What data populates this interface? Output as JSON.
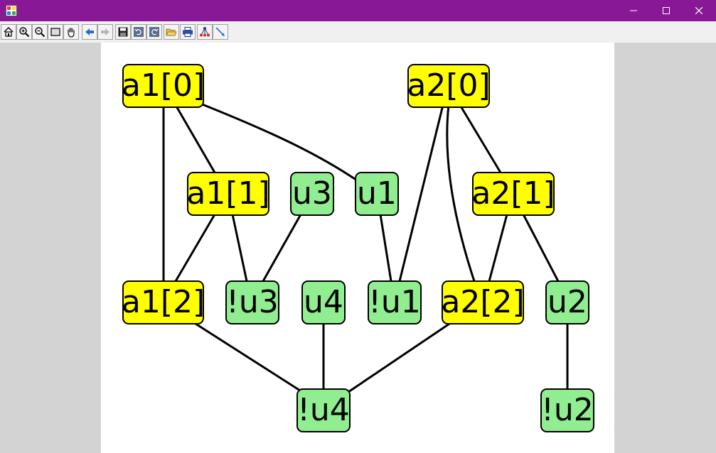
{
  "window": {
    "controls": {
      "minimize_icon": "minimize-icon",
      "maximize_icon": "maximize-icon",
      "close_icon": "close-icon"
    }
  },
  "toolbar": {
    "buttons": [
      {
        "name": "home",
        "icon": "home-icon"
      },
      {
        "name": "zoom-in",
        "icon": "zoom-in-icon"
      },
      {
        "name": "zoom-out",
        "icon": "zoom-out-icon"
      },
      {
        "name": "zoom-window",
        "icon": "rectangle-icon"
      },
      {
        "name": "pan",
        "icon": "hand-icon"
      },
      {
        "name": "back",
        "icon": "arrow-left-icon"
      },
      {
        "name": "forward",
        "icon": "arrow-right-icon"
      },
      {
        "name": "save",
        "icon": "save-icon"
      },
      {
        "name": "undo",
        "icon": "undo-icon"
      },
      {
        "name": "redo",
        "icon": "redo-icon"
      },
      {
        "name": "open",
        "icon": "folder-open-icon"
      },
      {
        "name": "print",
        "icon": "printer-icon"
      },
      {
        "name": "layout",
        "icon": "graph-layout-icon"
      },
      {
        "name": "insert-edge",
        "icon": "edge-tool-icon"
      }
    ]
  },
  "graph": {
    "colors": {
      "yellow": "#ffff00",
      "green": "#90ee90",
      "edge": "#000000"
    },
    "nodes": {
      "a1_0": {
        "label": "a1[0]",
        "color": "yellow"
      },
      "a2_0": {
        "label": "a2[0]",
        "color": "yellow"
      },
      "a1_1": {
        "label": "a1[1]",
        "color": "yellow"
      },
      "u3": {
        "label": "u3",
        "color": "green"
      },
      "u1": {
        "label": "u1",
        "color": "green"
      },
      "a2_1": {
        "label": "a2[1]",
        "color": "yellow"
      },
      "a1_2": {
        "label": "a1[2]",
        "color": "yellow"
      },
      "nu3": {
        "label": "!u3",
        "color": "green"
      },
      "u4": {
        "label": "u4",
        "color": "green"
      },
      "nu1": {
        "label": "!u1",
        "color": "green"
      },
      "a2_2": {
        "label": "a2[2]",
        "color": "yellow"
      },
      "u2": {
        "label": "u2",
        "color": "green"
      },
      "nu4": {
        "label": "!u4",
        "color": "green"
      },
      "nu2": {
        "label": "!u2",
        "color": "green"
      }
    },
    "edges": [
      [
        "a1_0",
        "a1_1"
      ],
      [
        "a1_0",
        "a1_2"
      ],
      [
        "a1_0",
        "u1"
      ],
      [
        "a2_0",
        "nu1"
      ],
      [
        "a2_0",
        "a2_2"
      ],
      [
        "a2_0",
        "a2_1"
      ],
      [
        "a1_1",
        "a1_2"
      ],
      [
        "a1_1",
        "nu3"
      ],
      [
        "u3",
        "nu3"
      ],
      [
        "u1",
        "nu1"
      ],
      [
        "a2_1",
        "a2_2"
      ],
      [
        "a2_1",
        "u2"
      ],
      [
        "a1_2",
        "nu4"
      ],
      [
        "u4",
        "nu4"
      ],
      [
        "a2_2",
        "nu4"
      ],
      [
        "u2",
        "nu2"
      ]
    ]
  }
}
